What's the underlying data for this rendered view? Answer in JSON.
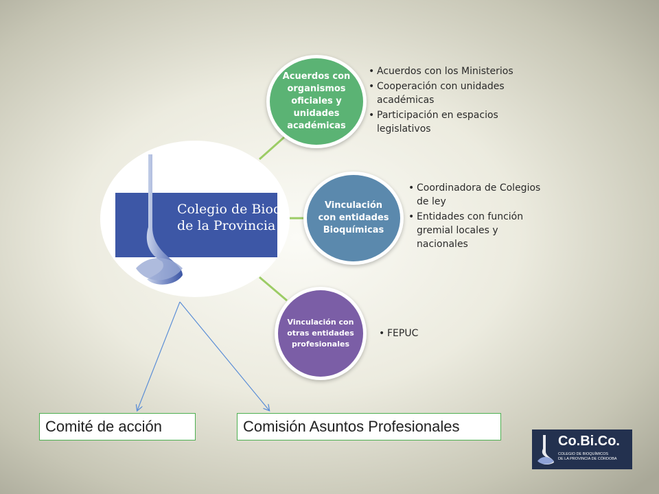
{
  "diagram": {
    "nodes": [
      {
        "label": "Acuerdos con organismos oficiales y unidades académicas",
        "color": "#5bb374",
        "bullets": [
          "Acuerdos con los Ministerios",
          "Cooperación con unidades académicas",
          " Participación en espacios legislativos"
        ]
      },
      {
        "label": "Vinculación con entidades Bioquímicas",
        "color": "#5b89ad",
        "bullets": [
          "Coordinadora de Colegios de ley",
          "Entidades con función gremial locales y nacionales"
        ]
      },
      {
        "label": "Vinculación con otras entidades profesionales",
        "color": "#7b5ea6",
        "bullets": [
          "FEPUC"
        ]
      }
    ],
    "connector_color": "#9ccc65",
    "arrow_color": "#5b8ed6"
  },
  "logo": {
    "line1": "Colegio de Bioquímicos",
    "line2": "de la Provincia de Córdoba",
    "band_color": "#3d57a6"
  },
  "boxes": {
    "comite": "Comité de acción",
    "comision": "Comisión Asuntos Profesionales",
    "border_color": "#4caf50"
  },
  "cobico": {
    "title": "Co.Bi.Co.",
    "sub_line1": "COLEGIO DE BIOQUÍMICOS",
    "sub_line2": "DE LA PROVINCIA DE CÓRDOBA",
    "bg_color": "#23314f"
  }
}
